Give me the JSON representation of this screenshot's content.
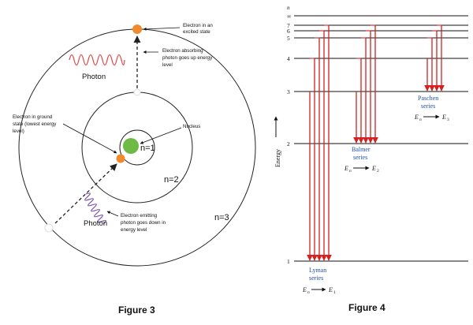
{
  "figure3": {
    "caption": "Figure 3",
    "labels": {
      "excited": [
        "Electron in an",
        "excited state"
      ],
      "absorbing": [
        "Electron absorbing",
        "photon goes up energy",
        "level"
      ],
      "ground": [
        "Electron in ground",
        "state (lowest energy",
        "level)"
      ],
      "nucleus": "Nucleus",
      "emitting": [
        "Electron emitting",
        "photon goes down in",
        "energy level"
      ],
      "photon_top": "Photon",
      "photon_bottom": "Photon",
      "n1": "n=1",
      "n2": "n=2",
      "n3": "n=3"
    },
    "colors": {
      "nucleus": "#6dbb45",
      "electron": "#f08a2c",
      "orbit": "#222222",
      "photon_absorbed": "#e05050",
      "photon_emitted": "#7a55b5"
    }
  },
  "figure4": {
    "caption": "Figure 4",
    "n_symbol": "n",
    "axis_label": "Energy",
    "levels": [
      {
        "label": "1",
        "n": 1
      },
      {
        "label": "2",
        "n": 2
      },
      {
        "label": "3",
        "n": 3
      },
      {
        "label": "4",
        "n": 4
      },
      {
        "label": "5",
        "n": 5
      },
      {
        "label": "6",
        "n": 6
      },
      {
        "label": "7",
        "n": 7
      },
      {
        "label": "∞",
        "n": 1000
      }
    ],
    "series": [
      {
        "name": "Lyman",
        "word": "series",
        "formula_to": "E",
        "formula_sub": "1",
        "final": 1,
        "from": [
          3,
          4,
          5,
          6,
          7
        ]
      },
      {
        "name": "Balmer",
        "word": "series",
        "formula_to": "E",
        "formula_sub": "2",
        "final": 2,
        "from": [
          3,
          4,
          5,
          6,
          7
        ]
      },
      {
        "name": "Paschen",
        "word": "series",
        "formula_to": "E",
        "formula_sub": "3",
        "final": 3,
        "from": [
          4,
          5,
          6,
          7
        ]
      }
    ],
    "formula_from": "E",
    "formula_from_sub": "n",
    "colors": {
      "arrow": "#d42020",
      "series_text": "#1f4fa8",
      "level": "#111111"
    }
  }
}
